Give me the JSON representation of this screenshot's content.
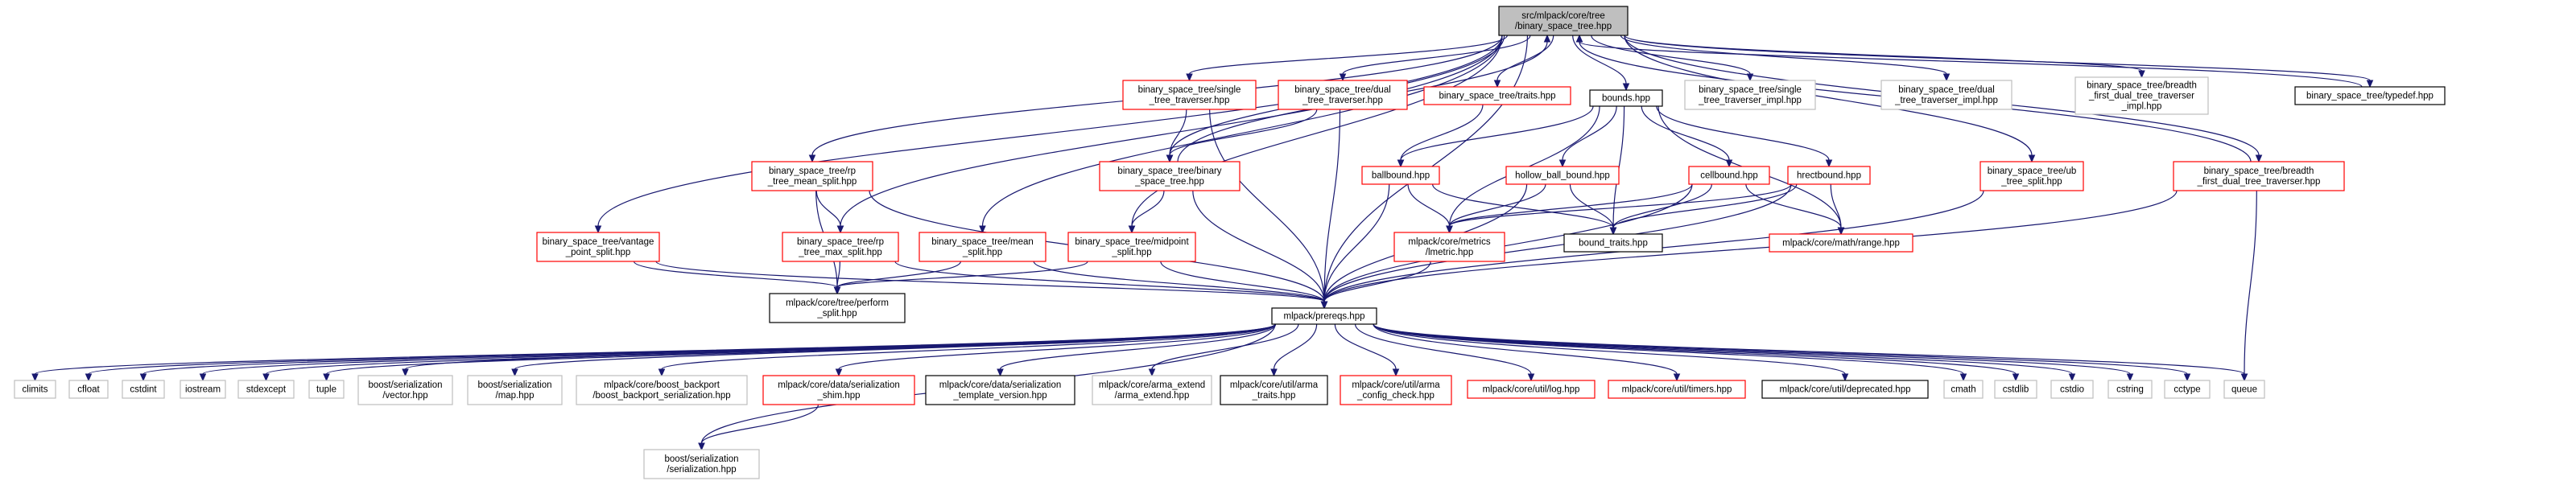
{
  "colors": {
    "root_fill": "#bfbfbf",
    "edge": "#191970",
    "border_red": "#ff0000",
    "border_black": "#000000",
    "border_gray": "#bfbfbf"
  },
  "nodes": [
    {
      "id": "root",
      "lines": [
        "src/mlpack/core/tree",
        "/binary_space_tree.hpp"
      ],
      "style": "root"
    },
    {
      "id": "single_trav",
      "lines": [
        "binary_space_tree/single",
        "_tree_traverser.hpp"
      ],
      "style": "red"
    },
    {
      "id": "dual_trav",
      "lines": [
        "binary_space_tree/dual",
        "_tree_traverser.hpp"
      ],
      "style": "red"
    },
    {
      "id": "traits",
      "lines": [
        "binary_space_tree/traits.hpp"
      ],
      "style": "red"
    },
    {
      "id": "bounds",
      "lines": [
        "bounds.hpp"
      ],
      "style": "black"
    },
    {
      "id": "single_impl",
      "lines": [
        "binary_space_tree/single",
        "_tree_traverser_impl.hpp"
      ],
      "style": "gray"
    },
    {
      "id": "dual_impl",
      "lines": [
        "binary_space_tree/dual",
        "_tree_traverser_impl.hpp"
      ],
      "style": "gray"
    },
    {
      "id": "bf_impl",
      "lines": [
        "binary_space_tree/breadth",
        "_first_dual_tree_traverser",
        "_impl.hpp"
      ],
      "style": "gray"
    },
    {
      "id": "typedef",
      "lines": [
        "binary_space_tree/typedef.hpp"
      ],
      "style": "black"
    },
    {
      "id": "rp_mean",
      "lines": [
        "binary_space_tree/rp",
        "_tree_mean_split.hpp"
      ],
      "style": "red"
    },
    {
      "id": "bst",
      "lines": [
        "binary_space_tree/binary",
        "_space_tree.hpp"
      ],
      "style": "red"
    },
    {
      "id": "ballbound",
      "lines": [
        "ballbound.hpp"
      ],
      "style": "red"
    },
    {
      "id": "hollow",
      "lines": [
        "hollow_ball_bound.hpp"
      ],
      "style": "red"
    },
    {
      "id": "cellbound",
      "lines": [
        "cellbound.hpp"
      ],
      "style": "red"
    },
    {
      "id": "hrect",
      "lines": [
        "hrectbound.hpp"
      ],
      "style": "red"
    },
    {
      "id": "ub",
      "lines": [
        "binary_space_tree/ub",
        "_tree_split.hpp"
      ],
      "style": "red"
    },
    {
      "id": "bf_trav",
      "lines": [
        "binary_space_tree/breadth",
        "_first_dual_tree_traverser.hpp"
      ],
      "style": "red"
    },
    {
      "id": "vantage",
      "lines": [
        "binary_space_tree/vantage",
        "_point_split.hpp"
      ],
      "style": "red"
    },
    {
      "id": "rp_max",
      "lines": [
        "binary_space_tree/rp",
        "_tree_max_split.hpp"
      ],
      "style": "red"
    },
    {
      "id": "mean_split",
      "lines": [
        "binary_space_tree/mean",
        "_split.hpp"
      ],
      "style": "red"
    },
    {
      "id": "midpoint",
      "lines": [
        "binary_space_tree/midpoint",
        "_split.hpp"
      ],
      "style": "red"
    },
    {
      "id": "lmetric",
      "lines": [
        "mlpack/core/metrics",
        "/lmetric.hpp"
      ],
      "style": "red"
    },
    {
      "id": "bound_traits",
      "lines": [
        "bound_traits.hpp"
      ],
      "style": "black"
    },
    {
      "id": "range",
      "lines": [
        "mlpack/core/math/range.hpp"
      ],
      "style": "red"
    },
    {
      "id": "perform",
      "lines": [
        "mlpack/core/tree/perform",
        "_split.hpp"
      ],
      "style": "black"
    },
    {
      "id": "prereqs",
      "lines": [
        "mlpack/prereqs.hpp"
      ],
      "style": "black"
    },
    {
      "id": "climits",
      "lines": [
        "climits"
      ],
      "style": "gray"
    },
    {
      "id": "cfloat",
      "lines": [
        "cfloat"
      ],
      "style": "gray"
    },
    {
      "id": "cstdint",
      "lines": [
        "cstdint"
      ],
      "style": "gray"
    },
    {
      "id": "iostream",
      "lines": [
        "iostream"
      ],
      "style": "gray"
    },
    {
      "id": "stdexcept",
      "lines": [
        "stdexcept"
      ],
      "style": "gray"
    },
    {
      "id": "tuple",
      "lines": [
        "tuple"
      ],
      "style": "gray"
    },
    {
      "id": "bs_vector",
      "lines": [
        "boost/serialization",
        "/vector.hpp"
      ],
      "style": "gray"
    },
    {
      "id": "bs_map",
      "lines": [
        "boost/serialization",
        "/map.hpp"
      ],
      "style": "gray"
    },
    {
      "id": "boost_backport",
      "lines": [
        "mlpack/core/boost_backport",
        "/boost_backport_serialization.hpp"
      ],
      "style": "gray"
    },
    {
      "id": "ser_shim",
      "lines": [
        "mlpack/core/data/serialization",
        "_shim.hpp"
      ],
      "style": "red"
    },
    {
      "id": "ser_tv",
      "lines": [
        "mlpack/core/data/serialization",
        "_template_version.hpp"
      ],
      "style": "black"
    },
    {
      "id": "arma_extend",
      "lines": [
        "mlpack/core/arma_extend",
        "/arma_extend.hpp"
      ],
      "style": "gray"
    },
    {
      "id": "arma_traits",
      "lines": [
        "mlpack/core/util/arma",
        "_traits.hpp"
      ],
      "style": "black"
    },
    {
      "id": "arma_config",
      "lines": [
        "mlpack/core/util/arma",
        "_config_check.hpp"
      ],
      "style": "red"
    },
    {
      "id": "log",
      "lines": [
        "mlpack/core/util/log.hpp"
      ],
      "style": "red"
    },
    {
      "id": "timers",
      "lines": [
        "mlpack/core/util/timers.hpp"
      ],
      "style": "red"
    },
    {
      "id": "deprecated",
      "lines": [
        "mlpack/core/util/deprecated.hpp"
      ],
      "style": "black"
    },
    {
      "id": "cmath",
      "lines": [
        "cmath"
      ],
      "style": "gray"
    },
    {
      "id": "cstdlib",
      "lines": [
        "cstdlib"
      ],
      "style": "gray"
    },
    {
      "id": "cstdio",
      "lines": [
        "cstdio"
      ],
      "style": "gray"
    },
    {
      "id": "cstring",
      "lines": [
        "cstring"
      ],
      "style": "gray"
    },
    {
      "id": "cctype",
      "lines": [
        "cctype"
      ],
      "style": "gray"
    },
    {
      "id": "queue",
      "lines": [
        "queue"
      ],
      "style": "gray"
    },
    {
      "id": "bs_serialization",
      "lines": [
        "boost/serialization",
        "/serialization.hpp"
      ],
      "style": "gray"
    }
  ],
  "edges": [
    [
      "root",
      "single_trav"
    ],
    [
      "root",
      "dual_trav"
    ],
    [
      "root",
      "traits"
    ],
    [
      "root",
      "bounds"
    ],
    [
      "root",
      "single_impl"
    ],
    [
      "root",
      "dual_impl"
    ],
    [
      "root",
      "bf_impl"
    ],
    [
      "root",
      "typedef"
    ],
    [
      "root",
      "rp_mean"
    ],
    [
      "root",
      "bst"
    ],
    [
      "root",
      "ub"
    ],
    [
      "root",
      "bf_trav"
    ],
    [
      "root",
      "vantage"
    ],
    [
      "root",
      "rp_max"
    ],
    [
      "root",
      "mean_split"
    ],
    [
      "root",
      "midpoint"
    ],
    [
      "root",
      "prereqs"
    ],
    [
      "single_trav",
      "bst"
    ],
    [
      "single_trav",
      "prereqs"
    ],
    [
      "dual_trav",
      "bst"
    ],
    [
      "dual_trav",
      "prereqs"
    ],
    [
      "traits",
      "ballbound"
    ],
    [
      "bst",
      "root"
    ],
    [
      "bst",
      "midpoint"
    ],
    [
      "bst",
      "prereqs"
    ],
    [
      "bounds",
      "ballbound"
    ],
    [
      "bounds",
      "hollow"
    ],
    [
      "bounds",
      "cellbound"
    ],
    [
      "bounds",
      "hrect"
    ],
    [
      "bounds",
      "lmetric"
    ],
    [
      "bounds",
      "bound_traits"
    ],
    [
      "bounds",
      "range"
    ],
    [
      "ballbound",
      "lmetric"
    ],
    [
      "ballbound",
      "bound_traits"
    ],
    [
      "ballbound",
      "prereqs"
    ],
    [
      "hollow",
      "lmetric"
    ],
    [
      "hollow",
      "bound_traits"
    ],
    [
      "hollow",
      "prereqs"
    ],
    [
      "cellbound",
      "lmetric"
    ],
    [
      "cellbound",
      "bound_traits"
    ],
    [
      "cellbound",
      "range"
    ],
    [
      "cellbound",
      "prereqs"
    ],
    [
      "hrect",
      "lmetric"
    ],
    [
      "hrect",
      "bound_traits"
    ],
    [
      "hrect",
      "range"
    ],
    [
      "hrect",
      "prereqs"
    ],
    [
      "lmetric",
      "prereqs"
    ],
    [
      "rp_mean",
      "rp_max"
    ],
    [
      "rp_mean",
      "perform"
    ],
    [
      "rp_mean",
      "prereqs"
    ],
    [
      "rp_max",
      "perform"
    ],
    [
      "rp_max",
      "prereqs"
    ],
    [
      "vantage",
      "perform"
    ],
    [
      "vantage",
      "prereqs"
    ],
    [
      "mean_split",
      "perform"
    ],
    [
      "mean_split",
      "prereqs"
    ],
    [
      "midpoint",
      "perform"
    ],
    [
      "midpoint",
      "prereqs"
    ],
    [
      "ub",
      "prereqs"
    ],
    [
      "bf_trav",
      "root"
    ],
    [
      "bf_trav",
      "prereqs"
    ],
    [
      "bf_trav",
      "queue"
    ],
    [
      "typedef",
      "root"
    ],
    [
      "prereqs",
      "climits"
    ],
    [
      "prereqs",
      "cfloat"
    ],
    [
      "prereqs",
      "cstdint"
    ],
    [
      "prereqs",
      "iostream"
    ],
    [
      "prereqs",
      "stdexcept"
    ],
    [
      "prereqs",
      "tuple"
    ],
    [
      "prereqs",
      "bs_vector"
    ],
    [
      "prereqs",
      "bs_map"
    ],
    [
      "prereqs",
      "boost_backport"
    ],
    [
      "prereqs",
      "ser_shim"
    ],
    [
      "prereqs",
      "ser_tv"
    ],
    [
      "prereqs",
      "arma_extend"
    ],
    [
      "prereqs",
      "arma_traits"
    ],
    [
      "prereqs",
      "arma_config"
    ],
    [
      "prereqs",
      "log"
    ],
    [
      "prereqs",
      "timers"
    ],
    [
      "prereqs",
      "deprecated"
    ],
    [
      "prereqs",
      "cmath"
    ],
    [
      "prereqs",
      "cstdlib"
    ],
    [
      "prereqs",
      "cstdio"
    ],
    [
      "prereqs",
      "cstring"
    ],
    [
      "prereqs",
      "cctype"
    ],
    [
      "prereqs",
      "queue"
    ],
    [
      "prereqs",
      "bs_serialization"
    ],
    [
      "ser_shim",
      "bs_serialization"
    ]
  ]
}
